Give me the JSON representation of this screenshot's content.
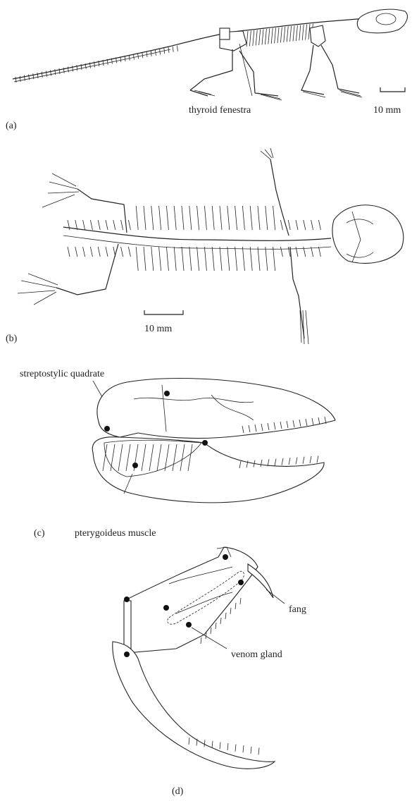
{
  "panels": [
    {
      "id": "a",
      "tag": "(a)",
      "labels": {
        "thyroid": "thyroid fenestra"
      },
      "scale": "10 mm"
    },
    {
      "id": "b",
      "tag": "(b)",
      "scale": "10 mm"
    },
    {
      "id": "c",
      "tag": "(c)",
      "labels": {
        "quadrate": "streptostylic quadrate",
        "muscle": "pterygoideus muscle"
      }
    },
    {
      "id": "d",
      "tag": "(d)",
      "labels": {
        "fang": "fang",
        "venom": "venom gland"
      }
    }
  ],
  "colors": {
    "ink": "#222222",
    "background": "#ffffff"
  }
}
